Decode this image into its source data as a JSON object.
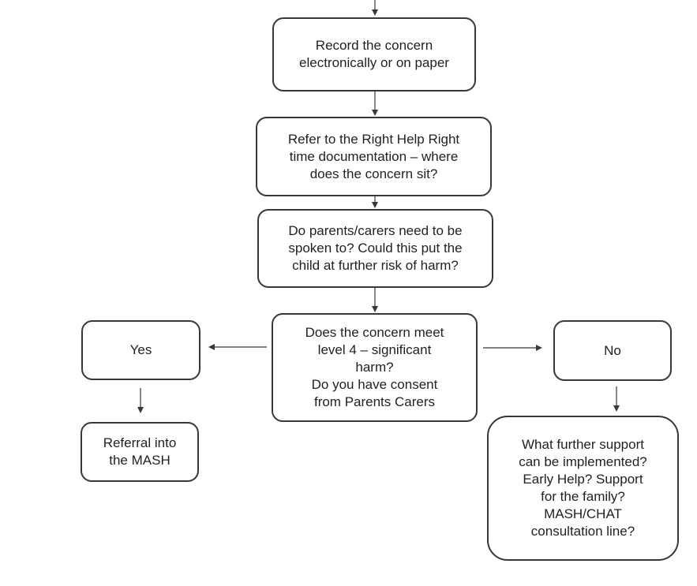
{
  "flowchart": {
    "nodes": {
      "record": "Record the concern\nelectronically or on paper",
      "refer": "Refer to the Right Help Right\ntime documentation – where\ndoes the concern sit?",
      "parents": "Do parents/carers need to be\nspoken to? Could this put the\nchild at further risk of harm?",
      "decision": "Does the concern meet\nlevel 4 – significant\nharm?\nDo you have consent\nfrom Parents Carers",
      "yes": "Yes",
      "no": "No",
      "mash_referral": "Referral into\nthe MASH",
      "further_support": "What further support\ncan be implemented?\nEarly Help? Support\nfor the family?\nMASH/CHAT\nconsultation line?"
    },
    "edges": [
      [
        "start",
        "record"
      ],
      [
        "record",
        "refer"
      ],
      [
        "refer",
        "parents"
      ],
      [
        "parents",
        "decision"
      ],
      [
        "decision",
        "yes"
      ],
      [
        "decision",
        "no"
      ],
      [
        "yes",
        "mash_referral"
      ],
      [
        "no",
        "further_support"
      ]
    ]
  }
}
